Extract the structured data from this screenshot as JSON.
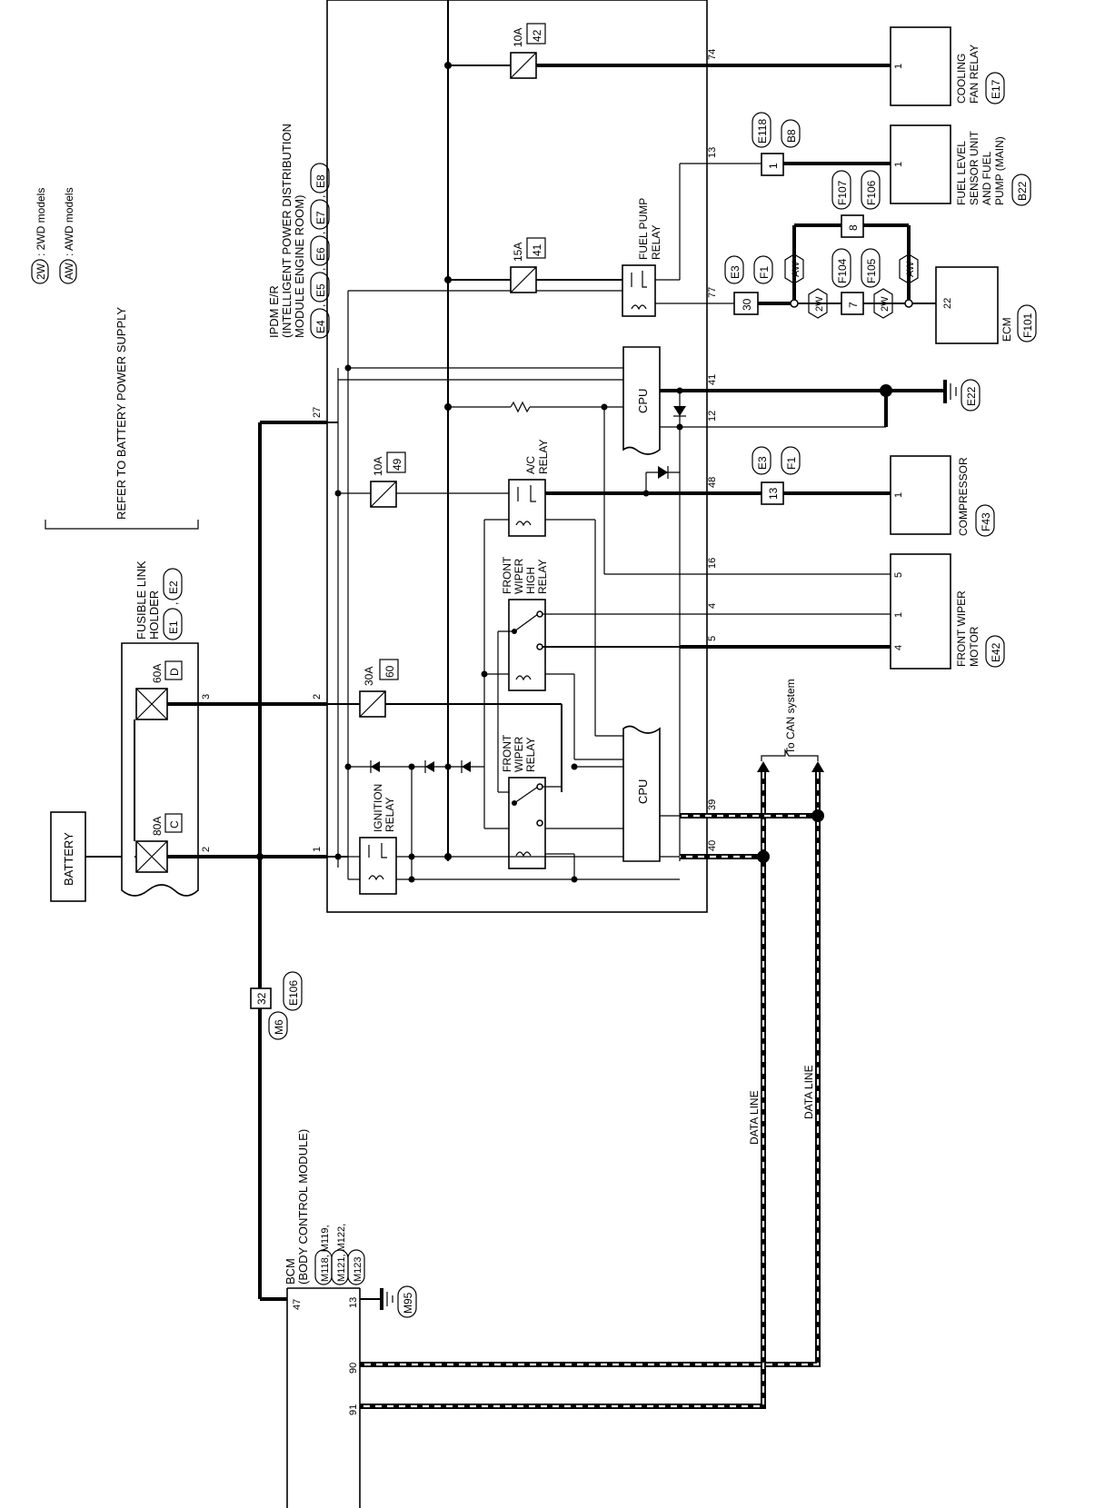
{
  "legend": {
    "items": [
      {
        "tag": "2W",
        "text": ": 2WD models"
      },
      {
        "tag": "AW",
        "text": ": AWD models"
      }
    ]
  },
  "supply_note": "REFER TO BATTERY POWER SUPPLY",
  "battery": {
    "label": "BATTERY"
  },
  "fusible_link_holder": {
    "label_line1": "FUSIBLE LINK",
    "label_line2": "HOLDER",
    "connectors": [
      "E1",
      "E2"
    ],
    "fuse_80a": {
      "rating": "80A",
      "id": "C"
    },
    "fuse_60a": {
      "rating": "60A",
      "id": "D"
    },
    "pin_80a": "2",
    "pin_60a": "3"
  },
  "ipdm": {
    "title_line1": "IPDM E/R",
    "title_line2": "(INTELLIGENT POWER DISTRIBUTION",
    "title_line3": "MODULE ENGINE ROOM)",
    "connectors": [
      "E4",
      "E5",
      "E6",
      "E7",
      "E8"
    ],
    "fuses": [
      {
        "rating": "10A",
        "id": "42"
      },
      {
        "rating": "15A",
        "id": "41"
      },
      {
        "rating": "10A",
        "id": "49"
      },
      {
        "rating": "30A",
        "id": "60"
      }
    ],
    "relays": {
      "ignition": [
        "IGNITION",
        "RELAY"
      ],
      "front_wiper": [
        "FRONT",
        "WIPER",
        "RELAY"
      ],
      "front_wiper_high": [
        "FRONT",
        "WIPER",
        "HIGH",
        "RELAY"
      ],
      "ac": [
        "A/C",
        "RELAY"
      ],
      "fuel_pump": [
        "FUEL PUMP",
        "RELAY"
      ]
    },
    "cpu_label": "CPU",
    "pins_left": {
      "p1": "1",
      "p2": "2",
      "p27": "27"
    },
    "pins_right": {
      "p74": "74",
      "p13": "13",
      "p77": "77",
      "p41": "41",
      "p12": "12",
      "p48": "48",
      "p16": "16",
      "p4": "4",
      "p5": "5",
      "p39": "39",
      "p40": "40"
    }
  },
  "components": {
    "cooling_fan_relay": {
      "line1": "COOLING",
      "line2": "FAN RELAY",
      "connector": "E17",
      "pin": "1"
    },
    "fuel_level_sensor": {
      "line1": "FUEL LEVEL",
      "line2": "SENSOR UNIT",
      "line3": "AND FUEL",
      "line4": "PUMP (MAIN)",
      "connector": "B22",
      "pin": "1"
    },
    "ecm": {
      "label": "ECM",
      "connector": "F101",
      "pin": "22"
    },
    "compressor": {
      "label": "COMPRESSOR",
      "connector": "F43",
      "pin": "1"
    },
    "front_wiper_motor": {
      "line1": "FRONT WIPER",
      "line2": "MOTOR",
      "connector": "E42",
      "pins": [
        "5",
        "1",
        "4"
      ]
    },
    "ground_e22": "E22",
    "ground_m95": "M95"
  },
  "junctions": {
    "fuel_pump_joint": {
      "num": "1",
      "connectors": [
        "E118",
        "B8"
      ]
    },
    "ecm_joint": {
      "num": "30",
      "connectors": [
        "E3",
        "F1"
      ]
    },
    "awd_joint": {
      "num": "8",
      "connectors": [
        "F107",
        "F106"
      ]
    },
    "twd_joint": {
      "num": "7",
      "connectors": [
        "F104",
        "F105"
      ]
    },
    "compressor_joint": {
      "num": "13",
      "connectors": [
        "E3",
        "F1"
      ]
    },
    "bcm_joint": {
      "num": "32",
      "connectors": [
        "E106",
        "M6"
      ]
    }
  },
  "bcm": {
    "line1": "BCM",
    "line2": "(BODY CONTROL MODULE)",
    "connectors_row1": "M118, M119,",
    "connectors_row2": "M121, M122,",
    "connectors_row3": "M123",
    "pins": {
      "p47": "47",
      "p13": "13",
      "p90": "90",
      "p91": "91"
    }
  },
  "can": {
    "to_can": "To CAN system",
    "data_line_1": "DATA LINE",
    "data_line_2": "DATA LINE"
  }
}
